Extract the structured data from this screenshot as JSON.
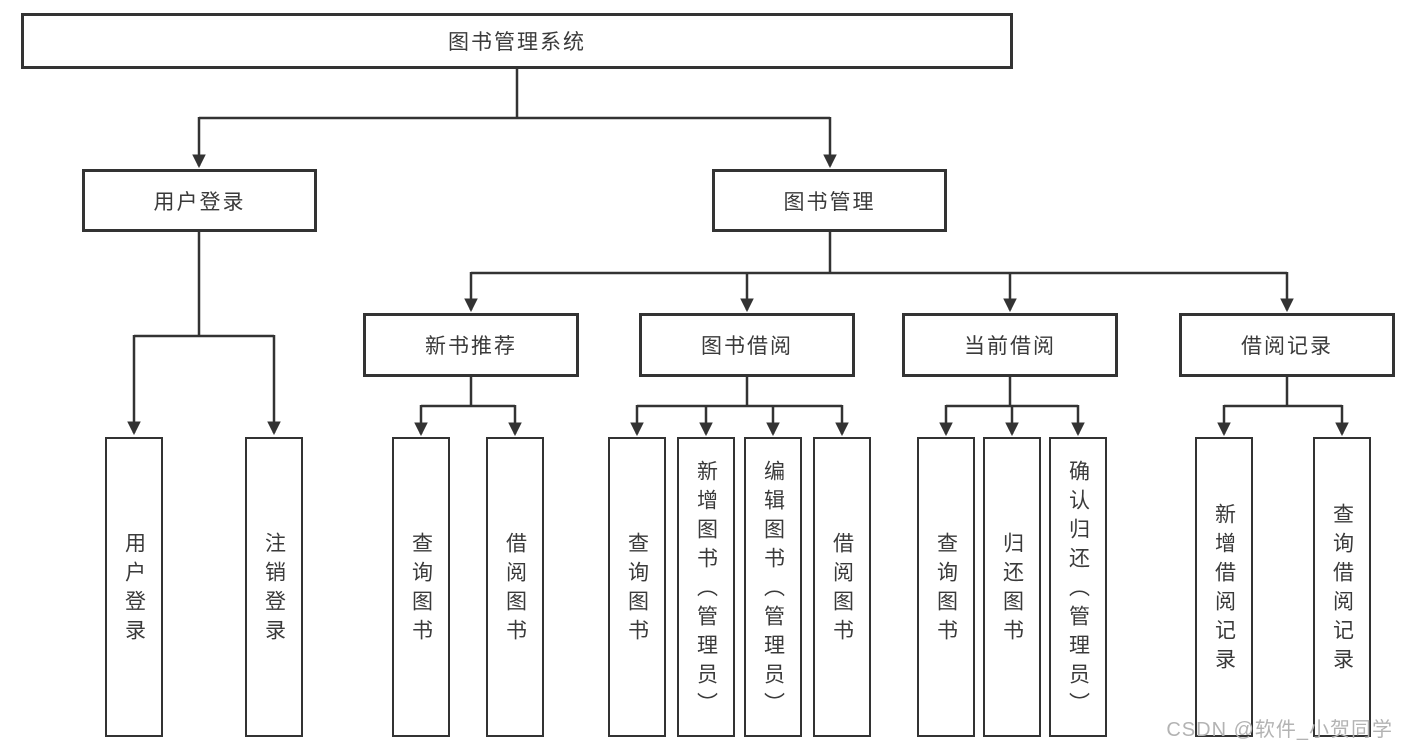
{
  "diagram": {
    "root": {
      "label": "图书管理系统"
    },
    "level2": {
      "user_login": {
        "label": "用户登录"
      },
      "book_mgmt": {
        "label": "图书管理"
      }
    },
    "level3": {
      "new_book_rec": {
        "label": "新书推荐"
      },
      "book_borrow": {
        "label": "图书借阅"
      },
      "current_borrow": {
        "label": "当前借阅"
      },
      "borrow_records": {
        "label": "借阅记录"
      }
    },
    "leaves": {
      "user_login": [
        "用户登录",
        "注销登录"
      ],
      "new_book_rec": [
        "查询图书",
        "借阅图书"
      ],
      "book_borrow": [
        "查询图书",
        "新增图书（管理员）",
        "编辑图书（管理员）",
        "借阅图书"
      ],
      "current_borrow": [
        "查询图书",
        "归还图书",
        "确认归还（管理员）"
      ],
      "borrow_records": [
        "新增借阅记录",
        "查询借阅记录"
      ]
    }
  },
  "watermark": "CSDN @软件_小贺同学",
  "colors": {
    "line": "#333333",
    "text": "#3a3a3a",
    "background": "#ffffff",
    "watermark_text": "#b3b3b3"
  }
}
